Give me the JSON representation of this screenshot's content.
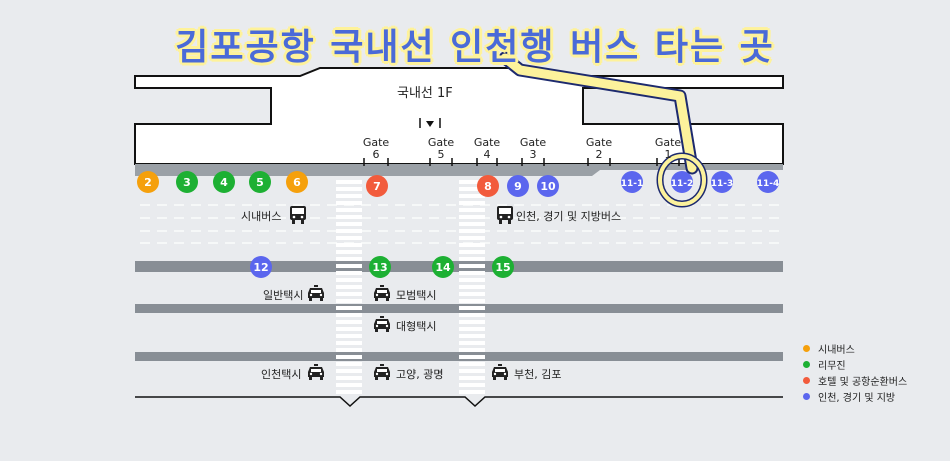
{
  "title": "김포공항 국내선 인천행 버스 타는 곳",
  "terminal_label": "국내선 1F",
  "gates": [
    {
      "word": "Gate",
      "num": "6"
    },
    {
      "word": "Gate",
      "num": "5"
    },
    {
      "word": "Gate",
      "num": "4"
    },
    {
      "word": "Gate",
      "num": "3"
    },
    {
      "word": "Gate",
      "num": "2"
    },
    {
      "word": "Gate",
      "num": "1"
    }
  ],
  "colors": {
    "city_bus": "#f5a00c",
    "limousine": "#1db033",
    "hotel_shuttle": "#f25b3c",
    "incheon_regional": "#5b66ee",
    "highlight": "#fcf29c"
  },
  "stops": [
    {
      "label": "2",
      "type": "city_bus"
    },
    {
      "label": "3",
      "type": "limousine"
    },
    {
      "label": "4",
      "type": "limousine"
    },
    {
      "label": "5",
      "type": "limousine"
    },
    {
      "label": "6",
      "type": "city_bus"
    },
    {
      "label": "7",
      "type": "hotel_shuttle"
    },
    {
      "label": "8",
      "type": "hotel_shuttle"
    },
    {
      "label": "9",
      "type": "incheon_regional"
    },
    {
      "label": "10",
      "type": "incheon_regional"
    },
    {
      "label": "11-1",
      "type": "incheon_regional"
    },
    {
      "label": "11-2",
      "type": "incheon_regional"
    },
    {
      "label": "11-3",
      "type": "incheon_regional"
    },
    {
      "label": "11-4",
      "type": "incheon_regional"
    },
    {
      "label": "12",
      "type": "incheon_regional"
    },
    {
      "label": "13",
      "type": "limousine"
    },
    {
      "label": "14",
      "type": "limousine"
    },
    {
      "label": "15",
      "type": "limousine"
    }
  ],
  "labels": {
    "city_bus": "시내버스",
    "incheon_bus": "인천, 경기 및 지방버스",
    "regular_taxi": "일반택시",
    "deluxe_taxi": "모범택시",
    "large_taxi": "대형택시",
    "incheon_taxi": "인천택시",
    "goyang_taxi": "고양, 광명",
    "bucheon_taxi": "부천, 김포"
  },
  "legend": [
    {
      "label": "시내버스",
      "type": "city_bus"
    },
    {
      "label": "리무진",
      "type": "limousine"
    },
    {
      "label": "호텔 및 공항순환버스",
      "type": "hotel_shuttle"
    },
    {
      "label": "인천, 경기 및 지방",
      "type": "incheon_regional"
    }
  ],
  "icons": {
    "bus": "bus-icon",
    "taxi": "taxi-icon"
  }
}
